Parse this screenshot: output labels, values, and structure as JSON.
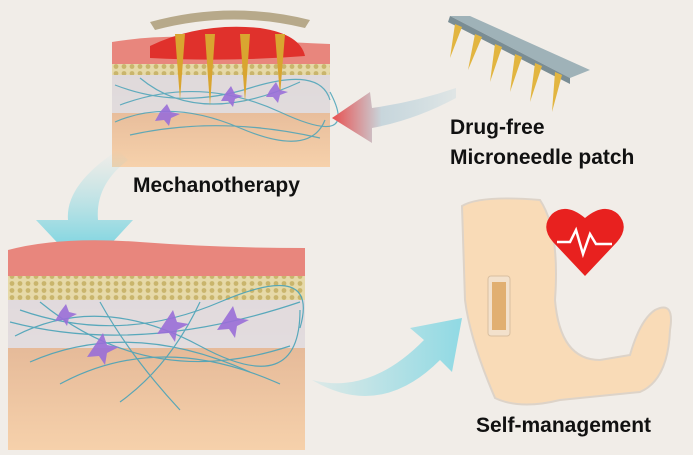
{
  "labels": {
    "patch_line1": "Drug-free",
    "patch_line2": "Microneedle patch",
    "mechanotherapy": "Mechanotherapy",
    "self_management": "Self-management"
  },
  "colors": {
    "background": "#f1ede8",
    "skin_top": "#e8867d",
    "wound": "#e0312c",
    "dermis": "#f4c8a0",
    "fibers": "#4aa3b8",
    "cells": "#9a6fd8",
    "arrow_cyan": "#7fd6e3",
    "heart": "#e8211f"
  },
  "icons": [
    "microneedle-patch-icon",
    "heart-pulse-icon",
    "arm-icon"
  ]
}
